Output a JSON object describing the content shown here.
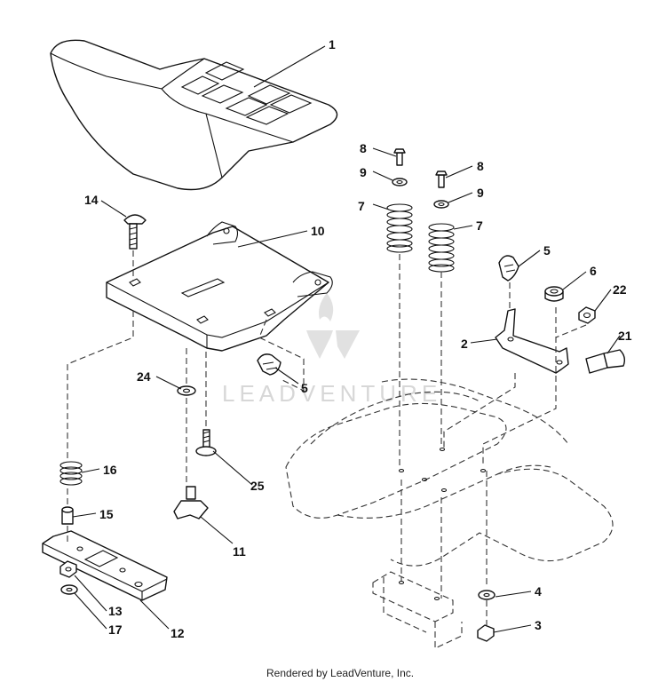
{
  "diagram": {
    "callouts": [
      "1",
      "2",
      "3",
      "4",
      "5",
      "5",
      "6",
      "7",
      "7",
      "8",
      "8",
      "9",
      "9",
      "10",
      "11",
      "12",
      "13",
      "14",
      "15",
      "16",
      "17",
      "21",
      "22",
      "24",
      "25"
    ],
    "watermark": "LEADVENTURE",
    "footer": "Rendered by LeadVenture, Inc."
  }
}
